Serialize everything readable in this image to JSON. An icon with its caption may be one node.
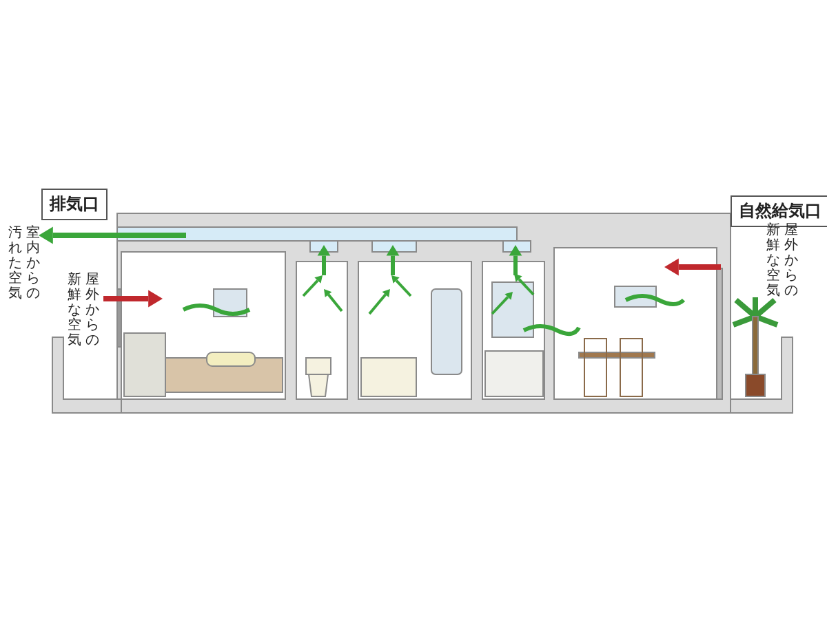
{
  "diagram": {
    "nodes": [
      {
        "text": [
          "排気口"
        ]
      },
      {
        "text": [
          "自然給気口"
        ]
      }
    ],
    "labels": [
      "室内からの汚れた空気",
      "屋外からの新鮮な空気",
      "屋外からの新鮮な空気"
    ]
  }
}
